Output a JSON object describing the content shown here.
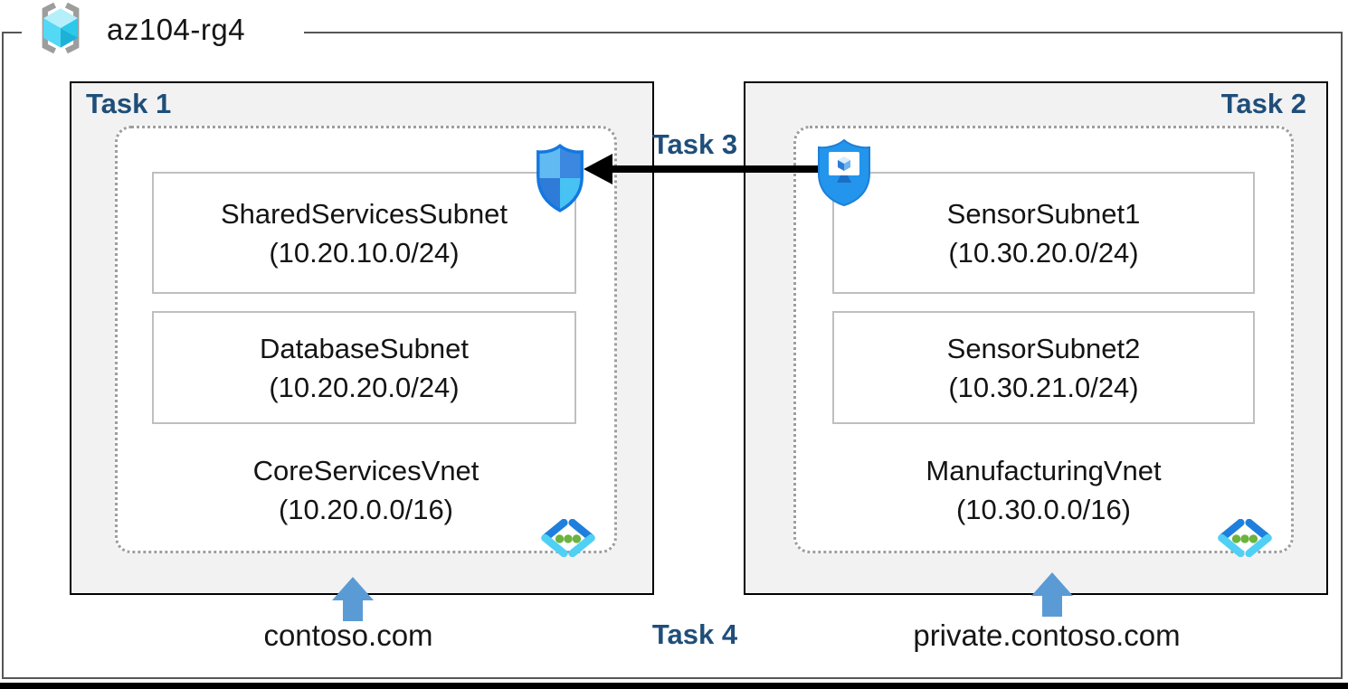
{
  "header": {
    "resource_group": "az104-rg4"
  },
  "left": {
    "task_label": "Task 1",
    "vnet_name": "CoreServicesVnet",
    "vnet_cidr": "(10.20.0.0/16)",
    "subnets": [
      {
        "name": "SharedServicesSubnet",
        "cidr": "(10.20.10.0/24)"
      },
      {
        "name": "DatabaseSubnet",
        "cidr": "(10.20.20.0/24)"
      }
    ],
    "dns": "contoso.com"
  },
  "right": {
    "task_label": "Task 2",
    "vnet_name": "ManufacturingVnet",
    "vnet_cidr": "(10.30.0.0/16)",
    "subnets": [
      {
        "name": "SensorSubnet1",
        "cidr": "(10.30.20.0/24)"
      },
      {
        "name": "SensorSubnet2",
        "cidr": "(10.30.21.0/24)"
      }
    ],
    "dns": "private.contoso.com"
  },
  "connections": {
    "task3_label": "Task 3",
    "task4_label": "Task 4"
  },
  "icons": {
    "resource_group": "resource-group-icon",
    "network_security_group": "network-security-group-icon",
    "application_security_group": "application-security-group-icon",
    "virtual_network": "virtual-network-icon",
    "up_arrow": "up-arrow-icon"
  },
  "colors": {
    "task_label": "#1F4E79",
    "box_fill": "#F2F2F2",
    "dashed_border": "#9E9E9E",
    "subnet_border": "#BFBFBF",
    "up_arrow_blue": "#5B9BD5",
    "arrow_black": "#000000",
    "vnet_chevron_dark": "#1E80DC",
    "vnet_chevron_light": "#4FD0F4",
    "vnet_dot_green": "#6CB33F",
    "shield_blue": "#2395EC"
  }
}
